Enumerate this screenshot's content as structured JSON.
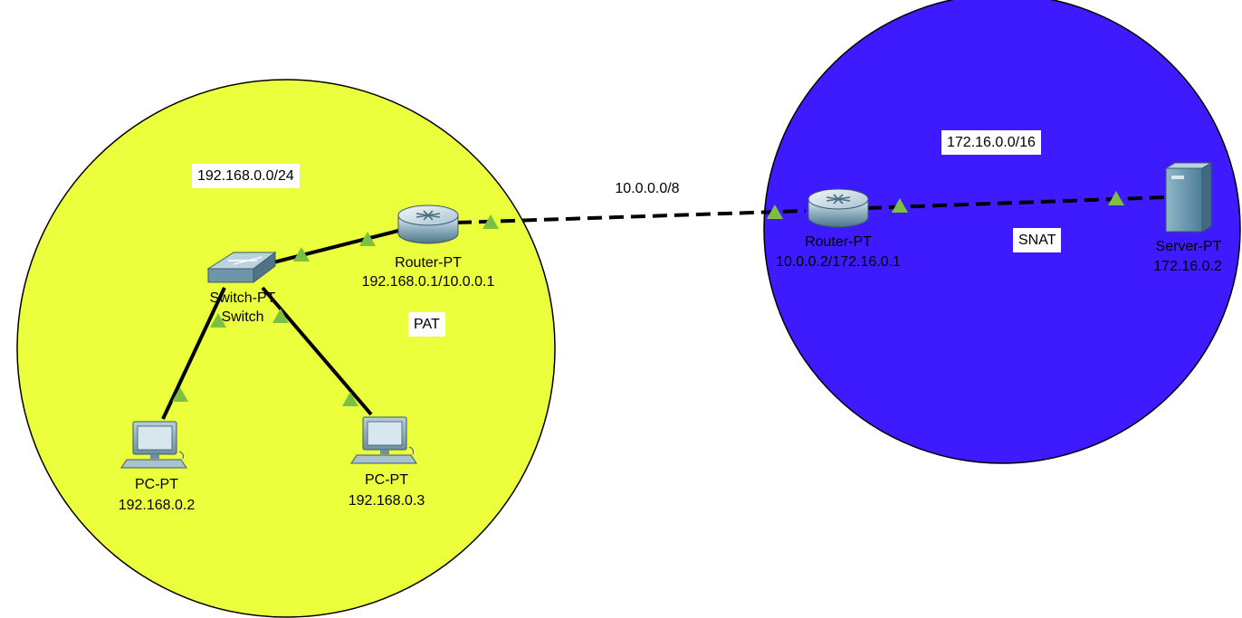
{
  "colors": {
    "lan_area": "#ebff3d",
    "wan_area": "#3e1bff",
    "link_ok": "#7bc043",
    "cable": "#000000"
  },
  "areas": {
    "lan_subnet": "192.168.0.0/24",
    "lan_nat": "PAT",
    "wan_subnet": "172.16.0.0/16",
    "wan_nat": "SNAT",
    "link_subnet": "10.0.0.0/8"
  },
  "devices": {
    "router1": {
      "type": "Router-PT",
      "ip": "192.168.0.1/10.0.0.1",
      "icon": "router-icon"
    },
    "switch": {
      "type": "Switch-PT",
      "name": "Switch",
      "icon": "switch-icon"
    },
    "pc1": {
      "type": "PC-PT",
      "ip": "192.168.0.2",
      "icon": "pc-icon"
    },
    "pc2": {
      "type": "PC-PT",
      "ip": "192.168.0.3",
      "icon": "pc-icon"
    },
    "router2": {
      "type": "Router-PT",
      "ip": "10.0.0.2/172.16.0.1",
      "icon": "router-icon"
    },
    "server": {
      "type": "Server-PT",
      "ip": "172.16.0.2",
      "icon": "server-icon"
    }
  }
}
